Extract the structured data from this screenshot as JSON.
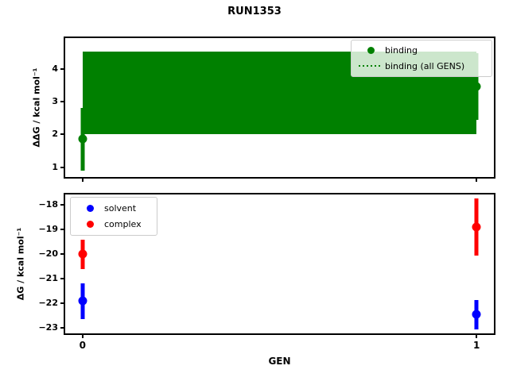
{
  "title": "RUN1353",
  "colors": {
    "binding": "#008000",
    "solvent": "#0000ff",
    "complex": "#ff0000",
    "axes": "#000000",
    "legend_border": "#cccccc"
  },
  "chart_data": [
    {
      "type": "scatter",
      "subtype": "errorbar",
      "ylabel": "ΔΔG / kcal mol⁻¹",
      "ylim": [
        0.65,
        5.0
      ],
      "yticks": [
        1,
        2,
        3,
        4
      ],
      "x": [
        0,
        1
      ],
      "xlim": [
        -0.048,
        1.048
      ],
      "xticks": [
        0,
        1
      ],
      "xtick_labels_visible": false,
      "grid": false,
      "series": [
        {
          "name": "binding",
          "color": "#008000",
          "marker": "circle",
          "values": [
            1.86,
            3.47
          ],
          "err_low": [
            0.9,
            2.45
          ],
          "err_high": [
            2.81,
            4.5
          ]
        },
        {
          "name": "binding (all GENS)",
          "color": "#008000",
          "linestyle": "dotted",
          "band_low": 2.0,
          "band_high": 4.53
        }
      ],
      "legend": {
        "position": "upper-right",
        "entries": [
          {
            "label": "binding",
            "swatch": "dot",
            "color": "#008000"
          },
          {
            "label": "binding (all GENS)",
            "swatch": "dotted-line",
            "color": "#008000"
          }
        ]
      }
    },
    {
      "type": "scatter",
      "subtype": "errorbar",
      "xlabel": "GEN",
      "ylabel": "ΔG / kcal mol⁻¹",
      "ylim": [
        -23.3,
        -17.5
      ],
      "yticks": [
        -18,
        -19,
        -20,
        -21,
        -22,
        -23
      ],
      "x": [
        0,
        1
      ],
      "xlim": [
        -0.048,
        1.048
      ],
      "xticks": [
        0,
        1
      ],
      "xtick_labels_visible": true,
      "grid": false,
      "series": [
        {
          "name": "solvent",
          "color": "#0000ff",
          "marker": "circle",
          "values": [
            -21.9,
            -22.45
          ],
          "err_low": [
            -22.64,
            -23.07
          ],
          "err_high": [
            -21.2,
            -21.87
          ]
        },
        {
          "name": "complex",
          "color": "#ff0000",
          "marker": "circle",
          "values": [
            -20.0,
            -18.9
          ],
          "err_low": [
            -20.62,
            -20.06
          ],
          "err_high": [
            -19.4,
            -17.74
          ]
        }
      ],
      "legend": {
        "position": "upper-left",
        "entries": [
          {
            "label": "solvent",
            "swatch": "dot",
            "color": "#0000ff"
          },
          {
            "label": "complex",
            "swatch": "dot",
            "color": "#ff0000"
          }
        ]
      }
    }
  ]
}
